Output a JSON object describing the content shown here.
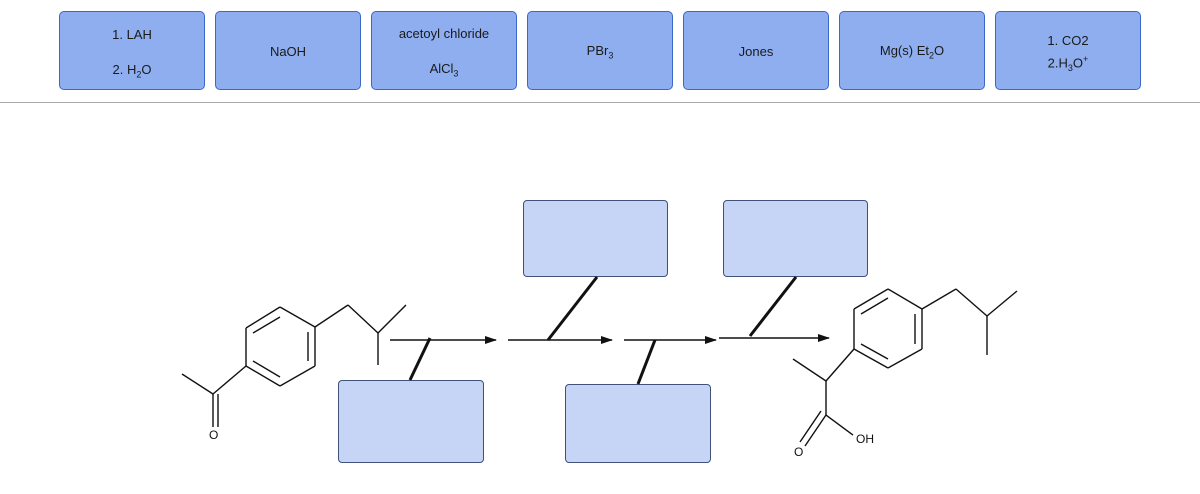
{
  "reagent_bank": [
    {
      "id": "lah",
      "line1": "1. LAH",
      "line2_main": "2. H",
      "line2_sub": "2",
      "line2_tail": "O"
    },
    {
      "id": "naoh",
      "label": "NaOH"
    },
    {
      "id": "acetyl",
      "line1": "acetoyl chloride",
      "line2_main": "AlCl",
      "line2_sub": "3"
    },
    {
      "id": "pbr3",
      "label_main": "PBr",
      "label_sub": "3"
    },
    {
      "id": "jones",
      "label": "Jones"
    },
    {
      "id": "grignard",
      "label_main": "Mg(s) Et",
      "label_sub": "2",
      "label_tail": "O"
    },
    {
      "id": "co2",
      "line1": "1. CO2",
      "line2_main": "2.H",
      "line2_sub": "3",
      "line2_tail": "O",
      "line2_sup": "+"
    }
  ],
  "scheme": {
    "product_label": "OH",
    "carbonyl_label": "O",
    "product_carbonyl_label": "O"
  },
  "colors": {
    "tile_fill": "#8eaef0",
    "tile_border": "#3d67c4",
    "drop_fill": "#c6d5f6",
    "drop_border": "#40527a"
  }
}
